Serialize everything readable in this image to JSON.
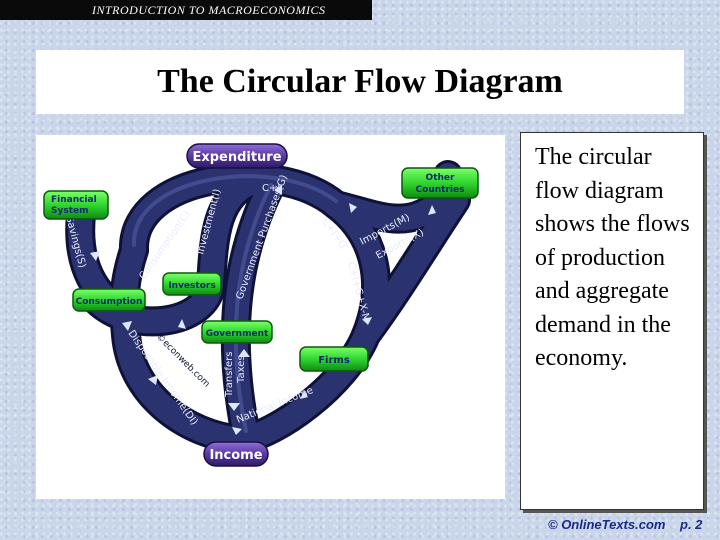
{
  "header": {
    "course_title": "INTRODUCTION TO MACROECONOMICS"
  },
  "slide": {
    "title": "The Circular Flow Diagram",
    "body": "The circular flow diagram shows the flows of production and aggregate demand in the economy.",
    "footer_copyright": "© OnlineTexts.com",
    "page_label": "p. 2"
  },
  "diagram": {
    "boxes": {
      "expenditure": "Expenditure",
      "income": "Income",
      "financial_line1": "Financial",
      "financial_line2": "System",
      "consumption": "Consumption",
      "investors": "Investors",
      "government": "Government",
      "firms": "Firms",
      "other_line1": "Other",
      "other_line2": "Countries"
    },
    "flows": {
      "consumption_c": "Consumption(C)",
      "investment_i": "Investment(I)",
      "gov_purchases_g": "Government Purchases(G)",
      "c_plus_i": "C+I",
      "c_i_g": "C+I+G",
      "c_i_g_x_m": "C+I+G+X-M",
      "imports_m": "Imports(M)",
      "exports_x": "Exports(X)",
      "savings_s": "Savings(S)",
      "disposable_income": "Disposable Income(DI)",
      "transfers": "Transfers",
      "taxes": "Taxes",
      "national_income": "National Income",
      "watermark": "©econweb.com"
    },
    "colors": {
      "tube": "#2b3270",
      "box_green": "#2fd62f",
      "box_purple": "#5a3aa0",
      "arrow": "#dfe6ff"
    }
  }
}
